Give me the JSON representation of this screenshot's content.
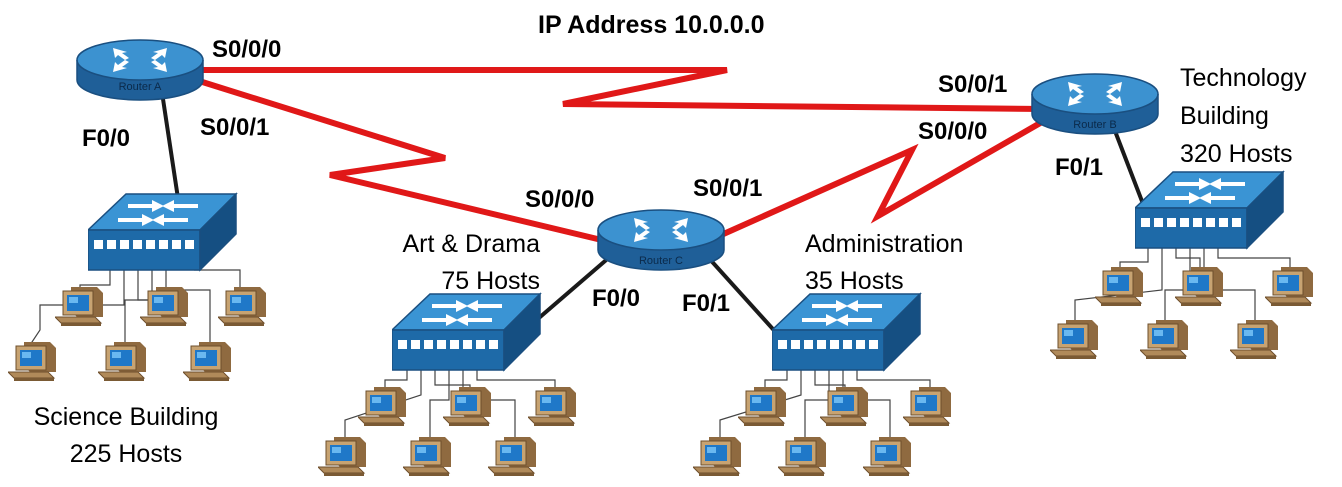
{
  "title": "IP Address 10.0.0.0",
  "colors": {
    "wan_link": "#e01818",
    "lan_link": "#1a1a1a",
    "device_blue": "#2f86c8",
    "device_dark": "#1f5f98",
    "host_tan": "#b08a5a"
  },
  "routers": {
    "a": {
      "label": "Router A"
    },
    "b": {
      "label": "Router B"
    },
    "c": {
      "label": "Router C"
    }
  },
  "ports": {
    "a_s000": "S0/0/0",
    "a_s001": "S0/0/1",
    "a_f00": "F0/0",
    "b_s001": "S0/0/1",
    "b_s000": "S0/0/0",
    "b_f01": "F0/1",
    "c_s000": "S0/0/0",
    "c_s001": "S0/0/1",
    "c_f00": "F0/0",
    "c_f01": "F0/1"
  },
  "sites": {
    "science": {
      "line1": "Science Building",
      "line2": "225 Hosts"
    },
    "art": {
      "line1": "Art & Drama",
      "line2": "75 Hosts"
    },
    "admin": {
      "line1": "Administration",
      "line2": "35 Hosts"
    },
    "technology": {
      "line1": "Technology",
      "line2": "Building",
      "line3": "320 Hosts"
    }
  },
  "icons": {
    "router": "router-icon",
    "switch": "switch-icon",
    "host": "host-computer-icon"
  }
}
